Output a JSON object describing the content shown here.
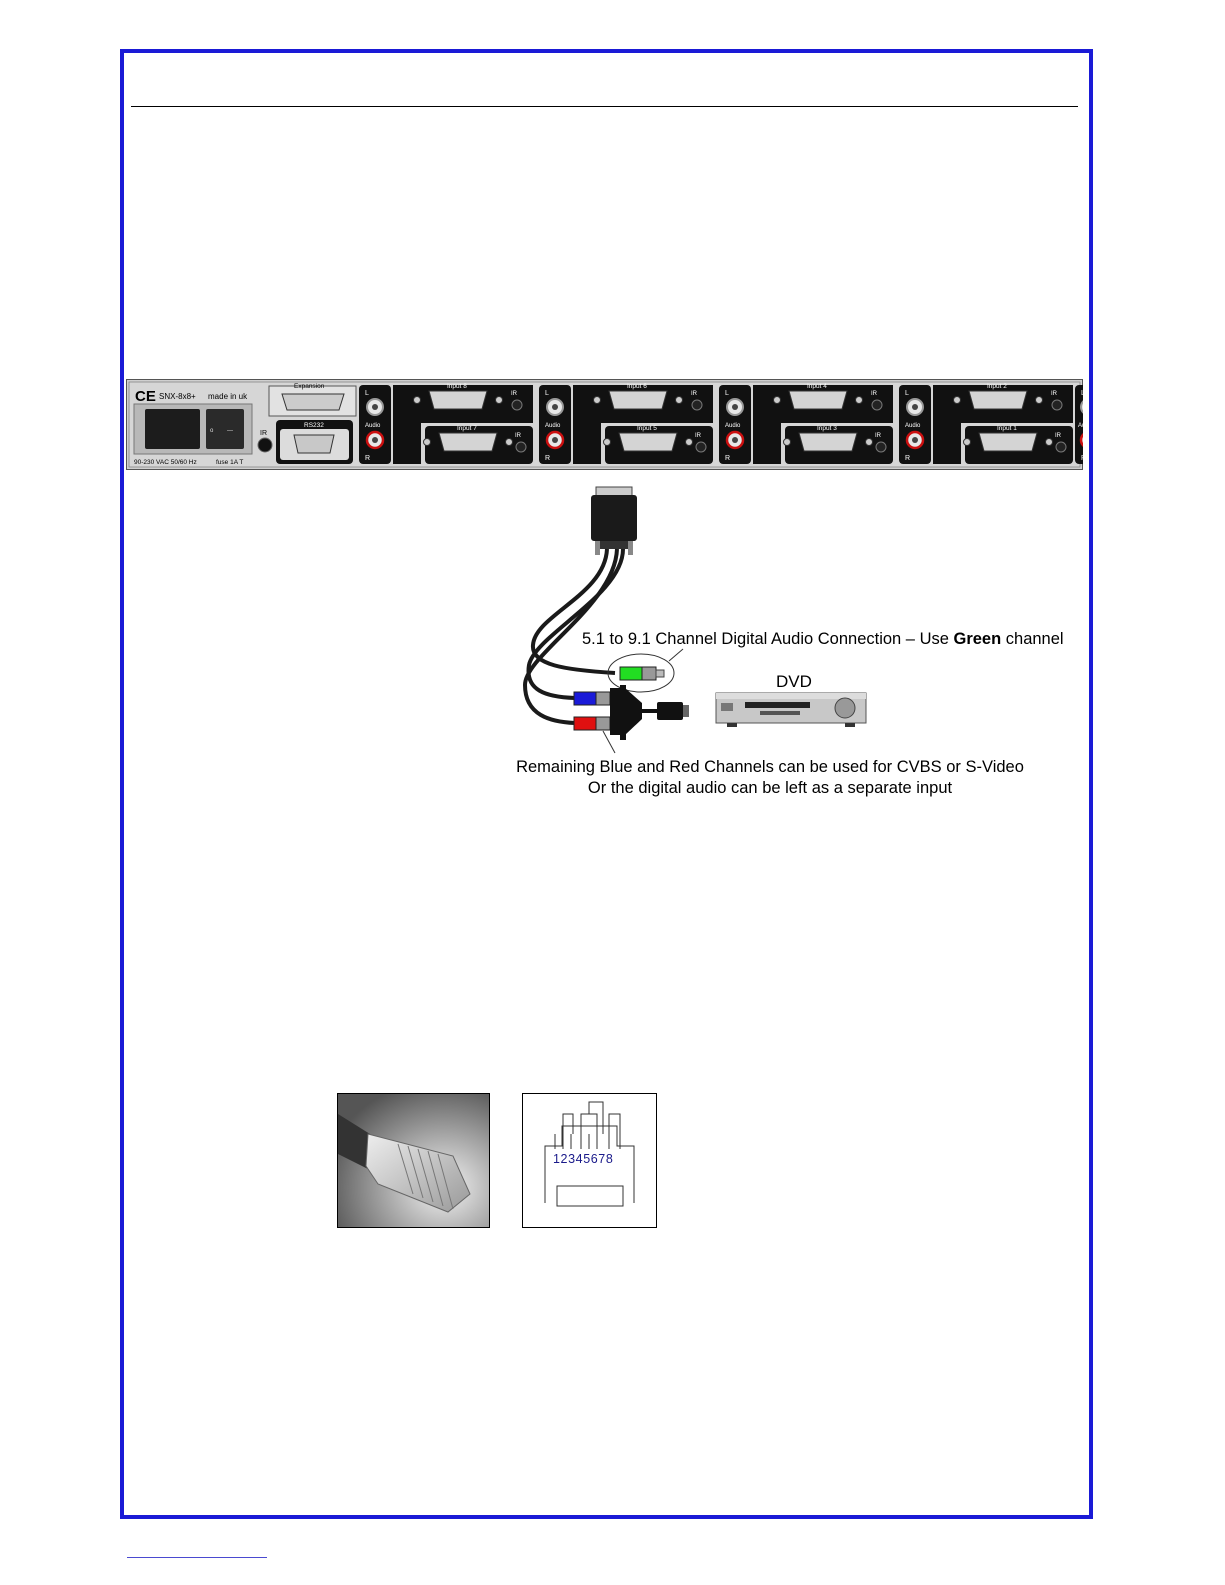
{
  "panel": {
    "ce_mark": "CE",
    "model": "SNX-8x8+",
    "origin": "made in uk",
    "power_spec": "90-230 VAC 50/60 Hz",
    "fuse_spec": "fuse 1A T",
    "ir_label": "IR",
    "expansion_label": "Expansion",
    "rs232_label": "RS232",
    "groups": [
      {
        "top_input": "Input 8",
        "bottom_input": "Input 7"
      },
      {
        "top_input": "Input 6",
        "bottom_input": "Input 5"
      },
      {
        "top_input": "Input 4",
        "bottom_input": "Input 3"
      },
      {
        "top_input": "Input 2",
        "bottom_input": "Input 1"
      }
    ],
    "audio_label": "Audio",
    "left_label": "L",
    "right_label": "R",
    "port_ir_label": "IR"
  },
  "diagram": {
    "digital_audio_note_prefix": "5.1 to 9.1 Channel Digital Audio Connection – Use ",
    "digital_audio_note_bold": "Green",
    "digital_audio_note_suffix": " channel",
    "device_label": "DVD",
    "remaining_note_line1": "Remaining Blue and Red Channels can be used for CVBS or S-Video",
    "remaining_note_line2": "Or the digital audio can be left as a separate input"
  },
  "rj45": {
    "pin_numbers": "12345678"
  }
}
